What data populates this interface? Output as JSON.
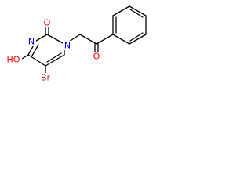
{
  "molecule": {
    "atoms": [
      {
        "id": "O_top",
        "symbol": "O",
        "color": "#ff0000"
      },
      {
        "id": "N_right",
        "symbol": "N",
        "color": "#0000ff"
      },
      {
        "id": "N_left",
        "symbol": "N",
        "color": "#0000ff"
      },
      {
        "id": "OH",
        "symbol": "HO",
        "color": "#ff0000"
      },
      {
        "id": "Br",
        "symbol": "Br",
        "color": "#a52a2a"
      },
      {
        "id": "O_ketone",
        "symbol": "O",
        "color": "#ff0000"
      }
    ],
    "bond_color": "#000000"
  }
}
